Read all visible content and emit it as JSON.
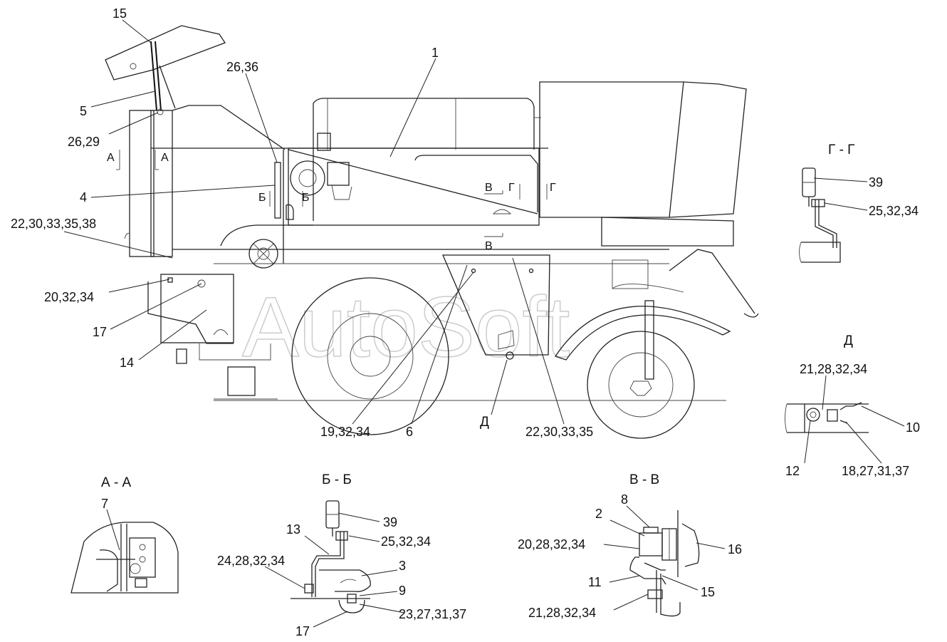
{
  "watermark": "AutoSoft",
  "section_titles": {
    "aa": "А - А",
    "bb": "Б - Б",
    "vv": "В - В",
    "gg": "Г - Г",
    "d": "Д"
  },
  "section_markers": {
    "a_left": "А",
    "a_right": "А",
    "b_left": "Б",
    "b_right": "Б",
    "v_top": "В",
    "v_bottom": "В",
    "g_left": "Г",
    "g_right": "Г"
  },
  "detail_marker": "Д",
  "main_callouts": [
    "15",
    "5",
    "26,29",
    "26,36",
    "1",
    "4",
    "22,30,33,35,38",
    "20,32,34",
    "17",
    "14",
    "19,32,34",
    "6",
    "22,30,33,35"
  ],
  "gg_callouts": [
    "39",
    "25,32,34"
  ],
  "d_callouts": [
    "21,28,32,34",
    "10",
    "12",
    "18,27,31,37"
  ],
  "aa_callouts": [
    "7"
  ],
  "bb_callouts": [
    "39",
    "13",
    "25,32,34",
    "24,28,32,34",
    "3",
    "9",
    "23,27,31,37",
    "17"
  ],
  "vv_callouts": [
    "8",
    "2",
    "20,28,32,34",
    "16",
    "11",
    "15",
    "21,28,32,34"
  ]
}
